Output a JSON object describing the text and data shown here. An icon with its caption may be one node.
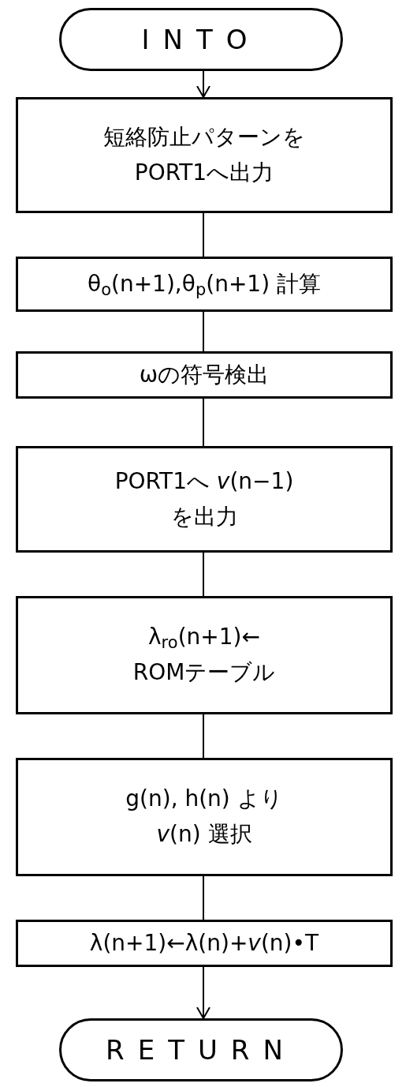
{
  "diagram": {
    "nodes": [
      {
        "text": [
          "INTO"
        ]
      },
      {
        "text": [
          "短絡防止パターンを PORT1へ出力"
        ]
      },
      {
        "text": [
          "θ$_{o}$(n+1),θ$_{p}$(n+1) 計算"
        ]
      },
      {
        "text": [
          "ωの符号検出"
        ]
      },
      {
        "text": [
          "PORT1へ *v*(n−1)を出力"
        ]
      },
      {
        "text": [
          "λ$_{ro}$(n+1)← ROMテーブル"
        ]
      },
      {
        "text": [
          "g(n), h(n) より *v*(n) 選択"
        ]
      },
      {
        "text": [
          "λ(n+1)←λ(n)+*v*(n)•T"
        ]
      },
      {
        "text": [
          "RETURN"
        ]
      }
    ],
    "edges": [
      {
        "from": 0,
        "to": 1,
        "arrow": "to"
      },
      {
        "from": 1,
        "to": 2,
        "arrow": "none"
      },
      {
        "from": 2,
        "to": 3,
        "arrow": "none"
      },
      {
        "from": 3,
        "to": 4,
        "arrow": "none"
      },
      {
        "from": 4,
        "to": 5,
        "arrow": "none"
      },
      {
        "from": 5,
        "to": 6,
        "arrow": "none"
      },
      {
        "from": 6,
        "to": 7,
        "arrow": "none"
      },
      {
        "from": 7,
        "to": 8,
        "arrow": "to"
      }
    ]
  }
}
